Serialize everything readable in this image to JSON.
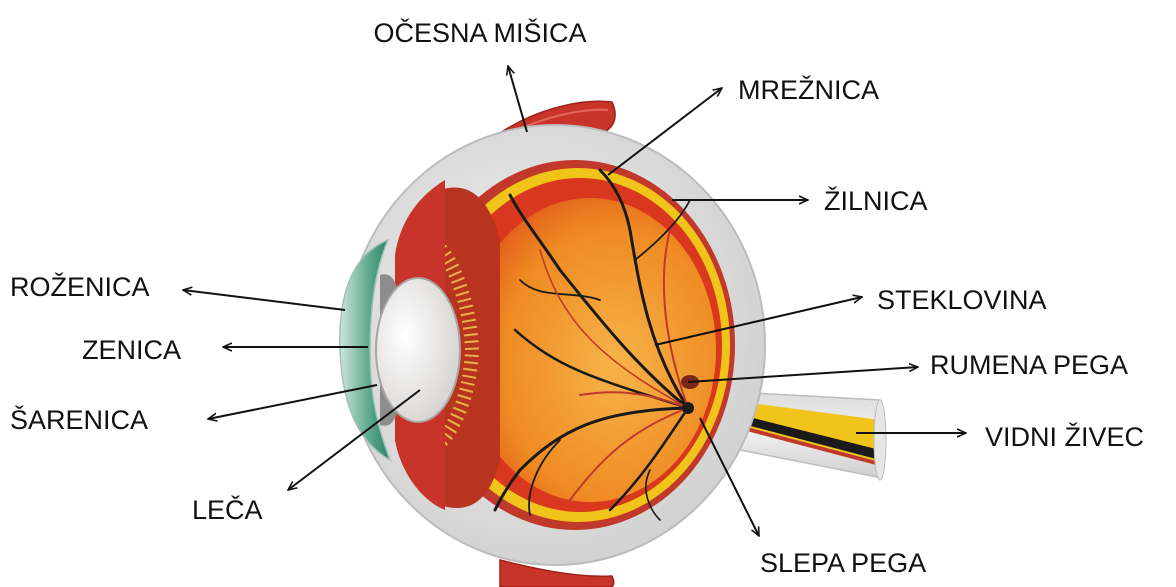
{
  "labels": {
    "ocesna_misica": "OČESNA MIŠICA",
    "mreznica": "MREŽNICA",
    "zilnica": "ŽILNICA",
    "steklovina": "STEKLOVINA",
    "rumena_pega": "RUMENA PEGA",
    "vidni_zivec": "VIDNI ŽIVEC",
    "slepa_pega": "SLEPA PEGA",
    "lega": "LEČA",
    "sarenica": "ŠARENICA",
    "zenica": "ZENICA",
    "rozenica": "ROŽENICA"
  },
  "colors": {
    "sclera": "#e4e4e4",
    "choroid": "#f0c419",
    "retina": "#d9381e",
    "vitreous": "#f39a2a",
    "muscle": "#c8332a",
    "nerve": "#e8c13a",
    "vessel": "#1a1a1a",
    "cornea": "#4e9a7e",
    "lens": "#efeeee"
  }
}
